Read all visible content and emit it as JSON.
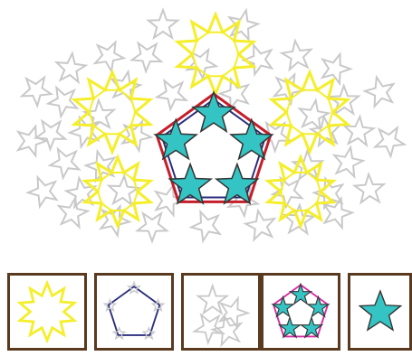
{
  "colors": {
    "yellow": "#f5ee2a",
    "grey": "#c9c9c9",
    "teal": "#35c4c4",
    "dark_outline": "#333333",
    "red": "#c41e2a",
    "navy": "#2b2e7c",
    "magenta": "#d62ca3",
    "tile_frame": "#5a3a1e"
  },
  "pattern": {
    "motifs": [
      {
        "type": "ten-point-star-rosette",
        "color": "yellow"
      },
      {
        "type": "grey-star-lattice",
        "color": "grey"
      },
      {
        "type": "five-teal-stars-in-pentagon",
        "color": "teal"
      }
    ]
  },
  "palette": {
    "tiles": [
      {
        "id": "yellow-rosette",
        "icon": "ten-point-star-icon"
      },
      {
        "id": "blue-pentagon",
        "icon": "pentagon-outline-icon"
      },
      {
        "id": "grey-stars",
        "icon": "grey-stars-icon"
      },
      {
        "id": "teal-star-pentagon",
        "icon": "teal-star-pentagon-icon"
      },
      {
        "id": "teal-star",
        "icon": "teal-star-icon"
      }
    ]
  }
}
